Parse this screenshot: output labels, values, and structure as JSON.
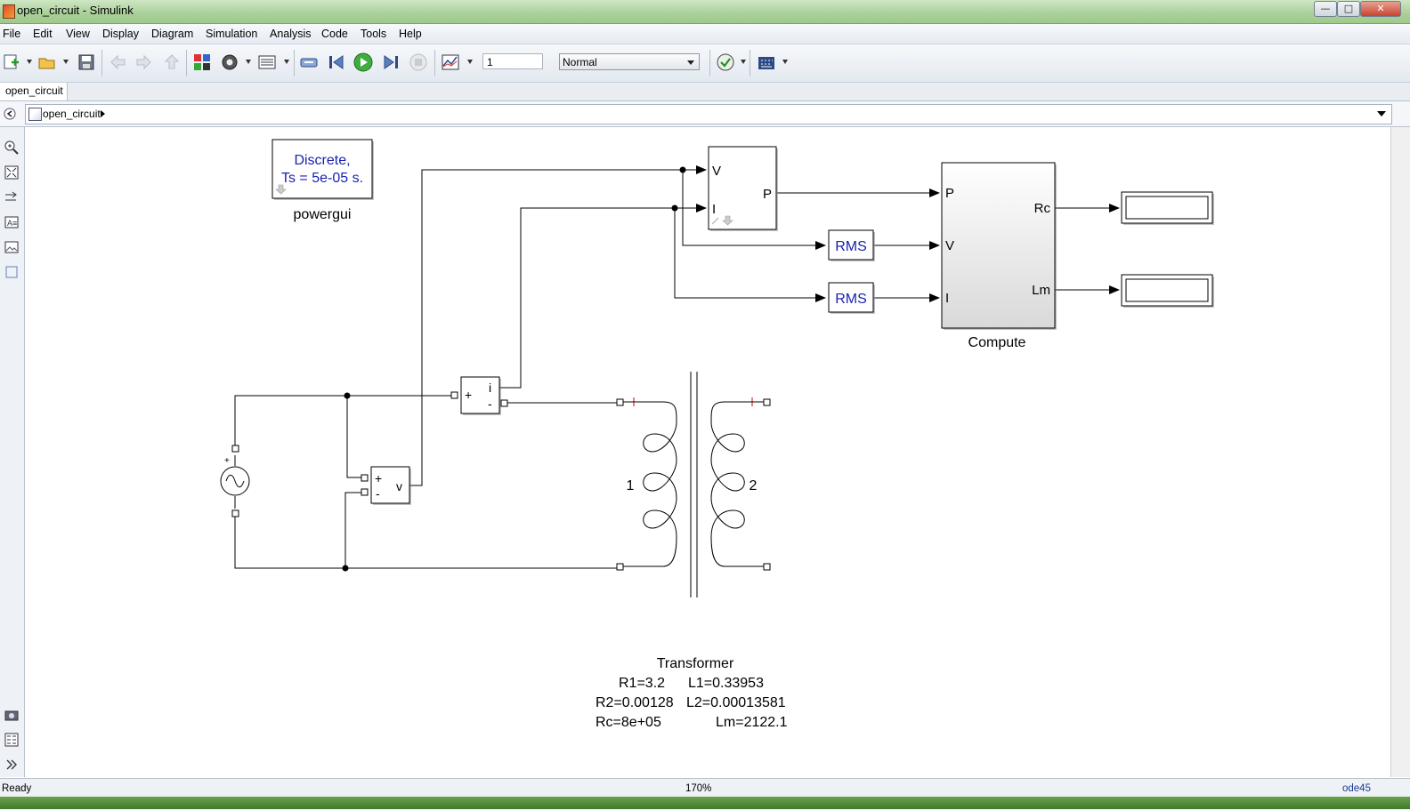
{
  "window": {
    "title": "open_circuit - Simulink",
    "minimize": "—",
    "maximize": "□",
    "close": "✕"
  },
  "menu": [
    "File",
    "Edit",
    "View",
    "Display",
    "Diagram",
    "Simulation",
    "Analysis",
    "Code",
    "Tools",
    "Help"
  ],
  "toolbar": {
    "stop_time": "1",
    "sim_mode": "Normal",
    "icons": [
      "new-model-icon",
      "open-icon",
      "save-icon",
      "back-icon",
      "forward-icon",
      "up-icon",
      "library-browser-icon",
      "model-config-icon",
      "model-explorer-icon",
      "update-diagram-icon",
      "step-back-icon",
      "run-icon",
      "step-forward-icon",
      "stop-icon",
      "scope-icon",
      "model-advisor-icon",
      "build-icon"
    ]
  },
  "tab": {
    "label": "open_circuit"
  },
  "breadcrumb": {
    "label": "open_circuit"
  },
  "diagram": {
    "powergui": {
      "line1": "Discrete,",
      "line2": "Ts = 5e-05 s.",
      "label": "powergui"
    },
    "power_block": {
      "port_v": "V",
      "port_i": "I",
      "port_p": "P"
    },
    "rms1": {
      "label": "RMS"
    },
    "rms2": {
      "label": "RMS"
    },
    "compute": {
      "in_p": "P",
      "in_v": "V",
      "in_i": "I",
      "out_rc": "Rc",
      "out_lm": "Lm",
      "label": "Compute"
    },
    "current_meas": {
      "plus": "+",
      "minus": "-",
      "out": "i"
    },
    "voltage_meas": {
      "plus": "+",
      "minus": "-",
      "out": "v"
    },
    "source": {
      "plus": "+"
    },
    "transformer": {
      "winding1": "1",
      "winding2": "2",
      "title": "Transformer",
      "r1": "R1=3.2",
      "l1": "L1=0.33953",
      "r2": "R2=0.00128",
      "l2": "L2=0.00013581",
      "rc": "Rc=8e+05",
      "lm": "Lm=2122.1"
    }
  },
  "status": {
    "ready": "Ready",
    "zoom": "170%",
    "solver": "ode45"
  },
  "colors": {
    "block_text_blue": "#1a22b0",
    "line": "#000000"
  }
}
